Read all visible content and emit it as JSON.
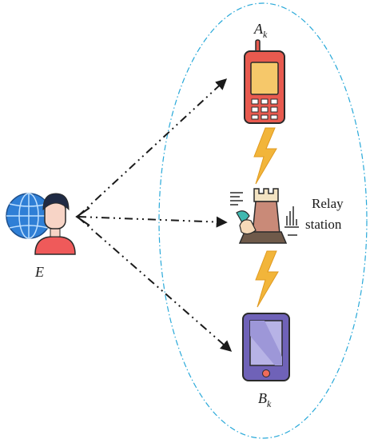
{
  "labels": {
    "alice_base": "A",
    "alice_sub": "k",
    "bob_base": "B",
    "bob_sub": "k",
    "eve": "E",
    "relay_line1": "Relay",
    "relay_line2": "station"
  },
  "colors": {
    "ellipse_stroke": "#29a9d9",
    "arrow": "#1a1a1a",
    "lightning": "#f2b53a",
    "phone_red": "#e85a4f",
    "phone_screen": "#f6c86a",
    "tablet_body": "#6f62b8",
    "tablet_screen": "#b7b3e6",
    "globe": "#2f7fd6",
    "person_shirt": "#ef5a5a",
    "skin": "#f7d4c6"
  },
  "icons": {
    "alice_device": "mobile-phone-icon",
    "bob_device": "tablet-icon",
    "relay": "relay-station-tower-icon",
    "eve": "globe-person-icon",
    "link": "lightning-bolt-icon"
  }
}
